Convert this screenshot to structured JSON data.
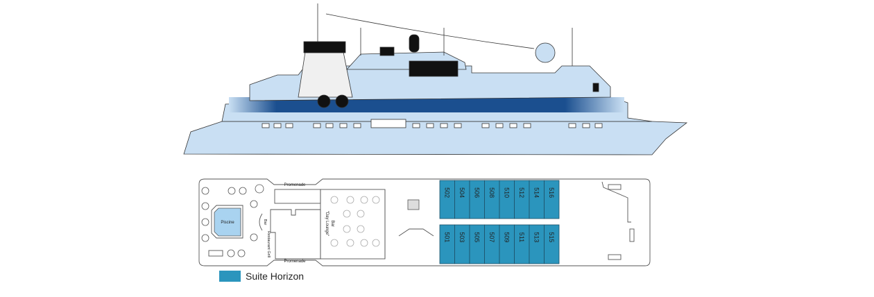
{
  "deck": {
    "labels": {
      "promenade_top": "Promenade",
      "promenade_bottom": "Promenade",
      "pool": "Piscine",
      "bar": "Bar",
      "restaurant": "Restaurant Grill",
      "lounge_bar": "Bar",
      "lounge_name": "\"Day Lounge\""
    },
    "cabins_top": [
      "502",
      "504",
      "506",
      "508",
      "510",
      "512",
      "514",
      "516"
    ],
    "cabins_bottom": [
      "501",
      "503",
      "505",
      "507",
      "509",
      "511",
      "513",
      "515"
    ]
  },
  "legend": {
    "label": "Suite Horizon",
    "color": "#2b95bd"
  },
  "colors": {
    "hull": "#c9dff3",
    "band": "#1b4f8f",
    "cabin": "#2b95bd",
    "pool": "#a9d3f0"
  }
}
